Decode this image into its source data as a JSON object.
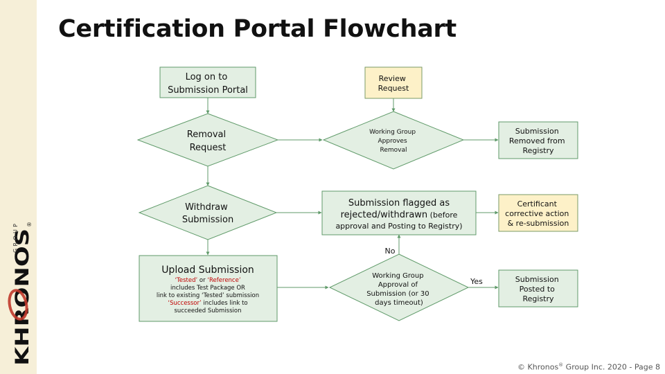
{
  "slide": {
    "title": "Certification Portal Flowchart",
    "footer": {
      "prefix": "© Khronos",
      "mark": "®",
      "suffix": " Group Inc. 2020 - Page 8"
    }
  },
  "logo": {
    "brand": "KHRONOS",
    "sub": "GROUP",
    "mark": "®"
  },
  "colors": {
    "node_fill": "#e3efe3",
    "node_stroke": "#5f9a69",
    "highlight_fill": "#fdf1c8",
    "highlight_stroke": "#7a9a66",
    "edge": "#5f9a69",
    "accent_red": "#c00000",
    "sidebar": "#f6efd8"
  },
  "flowchart": {
    "nodes": {
      "logon": {
        "lines": [
          "Log on to",
          "Submission Portal"
        ]
      },
      "removal": {
        "lines": [
          "Removal",
          "Request"
        ]
      },
      "withdraw": {
        "lines": [
          "Withdraw",
          "Submission"
        ]
      },
      "upload": {
        "title": "Upload Submission",
        "detail": [
          {
            "parts": [
              {
                "text": "‘Tested’",
                "red": true
              },
              {
                "text": " or ",
                "red": false
              },
              {
                "text": "‘Reference’",
                "red": true
              }
            ]
          },
          {
            "parts": [
              {
                "text": "includes Test Package OR",
                "red": false
              }
            ]
          },
          {
            "parts": [
              {
                "text": "link to existing ‘Tested’ submission",
                "red": false
              }
            ]
          },
          {
            "parts": [
              {
                "text": "‘Successor’",
                "red": true
              },
              {
                "text": " includes link to",
                "red": false
              }
            ]
          },
          {
            "parts": [
              {
                "text": "succeeded Submission",
                "red": false
              }
            ]
          }
        ]
      },
      "review": {
        "lines": [
          "Review",
          "Request"
        ]
      },
      "wg_removal": {
        "lines": [
          "Working Group",
          "Approves",
          "Removal"
        ]
      },
      "removed": {
        "lines": [
          "Submission",
          "Removed from",
          "Registry"
        ]
      },
      "flagged": {
        "line1": "Submission flagged as",
        "line2_main": "rejected/withdrawn",
        "line2_small": " (before",
        "line3": "approval and Posting to Registry)"
      },
      "corrective": {
        "lines": [
          "Certificant",
          "corrective action",
          "& re-submission"
        ]
      },
      "wg_approval": {
        "lines": [
          "Working Group",
          "Approval of",
          "Submission (or 30",
          "days timeout)"
        ]
      },
      "posted": {
        "lines": [
          "Submission",
          "Posted to",
          "Registry"
        ]
      }
    },
    "edge_labels": {
      "no": "No",
      "yes": "Yes"
    }
  }
}
